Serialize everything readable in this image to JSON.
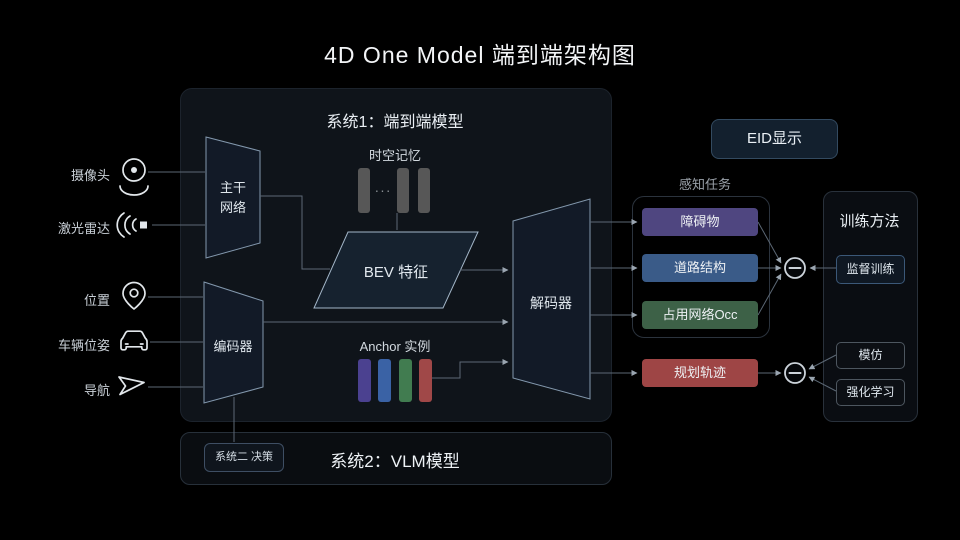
{
  "title": "4D One Model 端到端架构图",
  "inputs": {
    "camera": "摄像头",
    "lidar": "激光雷达",
    "position": "位置",
    "pose": "车辆位姿",
    "nav": "导航"
  },
  "system1": {
    "title": "系统1：端到端模型",
    "backbone": "主干网络",
    "encoder": "编码器",
    "decoder": "解码器",
    "bev": "BEV 特征",
    "memory": {
      "label": "时空记忆",
      "dots": "···",
      "bar_color": "#575757"
    },
    "anchor": {
      "label": "Anchor 实例",
      "colors": [
        "#4b4190",
        "#3a62a5",
        "#417c50",
        "#a04848"
      ]
    }
  },
  "system2": {
    "title": "系统2：VLM模型",
    "badge": "系统二 决策"
  },
  "eid": {
    "label": "EID显示"
  },
  "perception": {
    "label": "感知任务",
    "tasks": [
      {
        "label": "障碍物",
        "color": "#4f4680"
      },
      {
        "label": "道路结构",
        "color": "#3a5b88"
      },
      {
        "label": "占用网络Occ",
        "color": "#3d6147"
      }
    ]
  },
  "planning": {
    "label": "规划轨迹",
    "color": "#9e4545"
  },
  "training": {
    "title": "训练方法",
    "supervised": "监督训练",
    "imitation": "模仿",
    "rl": "强化学习"
  }
}
